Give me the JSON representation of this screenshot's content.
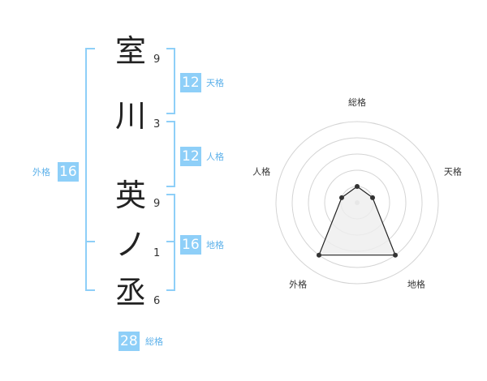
{
  "name_chars": [
    {
      "char": "室",
      "strokes": "9"
    },
    {
      "char": "川",
      "strokes": "3"
    },
    {
      "char": "英",
      "strokes": "9"
    },
    {
      "char": "ノ",
      "strokes": "1"
    },
    {
      "char": "丞",
      "strokes": "6"
    }
  ],
  "fortunes": {
    "tenkaku": {
      "label": "天格",
      "value": "12"
    },
    "jinkaku": {
      "label": "人格",
      "value": "12"
    },
    "chikaku": {
      "label": "地格",
      "value": "16"
    },
    "gaikaku": {
      "label": "外格",
      "value": "16"
    },
    "soukaku": {
      "label": "総格",
      "value": "28"
    }
  },
  "chart_data": {
    "type": "radar",
    "axes": [
      "総格",
      "天格",
      "地格",
      "外格",
      "人格"
    ],
    "values": [
      1,
      1,
      4,
      4,
      1
    ],
    "rmax": 5,
    "rings": 5,
    "colors": {
      "ring": "#d4d4d4",
      "fill": "#eeeeee",
      "line": "#222222",
      "point": "#333333",
      "center": "#cccccc"
    }
  },
  "colors": {
    "accent": "#8ecff8",
    "label": "#5db1ea",
    "bracket": "#8ecff8"
  }
}
